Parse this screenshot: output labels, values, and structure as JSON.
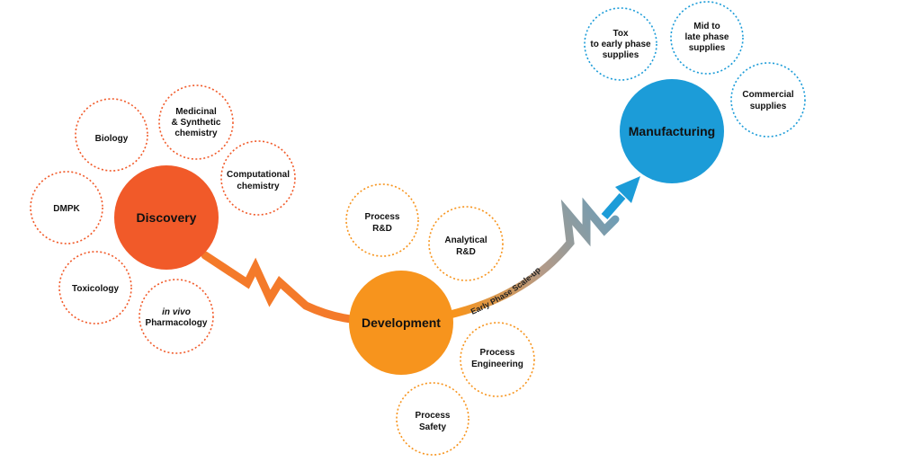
{
  "colors": {
    "discovery": "#f15a29",
    "development": "#f7941d",
    "manufacturing": "#1c9cd8",
    "text": "#111111",
    "background": "#ffffff"
  },
  "hubs": {
    "discovery": "Discovery",
    "development": "Development",
    "manufacturing": "Manufacturing"
  },
  "discovery_nodes": {
    "biology": "Biology",
    "medicinal": [
      "Medicinal",
      "& Synthetic",
      "chemistry"
    ],
    "computational": [
      "Computational",
      "chemistry"
    ],
    "dmpk": "DMPK",
    "toxicology": "Toxicology",
    "pharmacology": {
      "italic": "in vivo",
      "text": "Pharmacology"
    }
  },
  "development_nodes": {
    "process_rd": [
      "Process",
      "R&D"
    ],
    "analytical_rd": [
      "Analytical",
      "R&D"
    ],
    "process_engineering": [
      "Process",
      "Engineering"
    ],
    "process_safety": [
      "Process",
      "Safety"
    ]
  },
  "manufacturing_nodes": {
    "tox": [
      "Tox",
      "to early phase",
      "supplies"
    ],
    "mid_late": [
      "Mid to",
      "late phase",
      "supplies"
    ],
    "commercial": [
      "Commercial",
      "supplies"
    ]
  },
  "connector_label": "Early Phase Scale-up"
}
